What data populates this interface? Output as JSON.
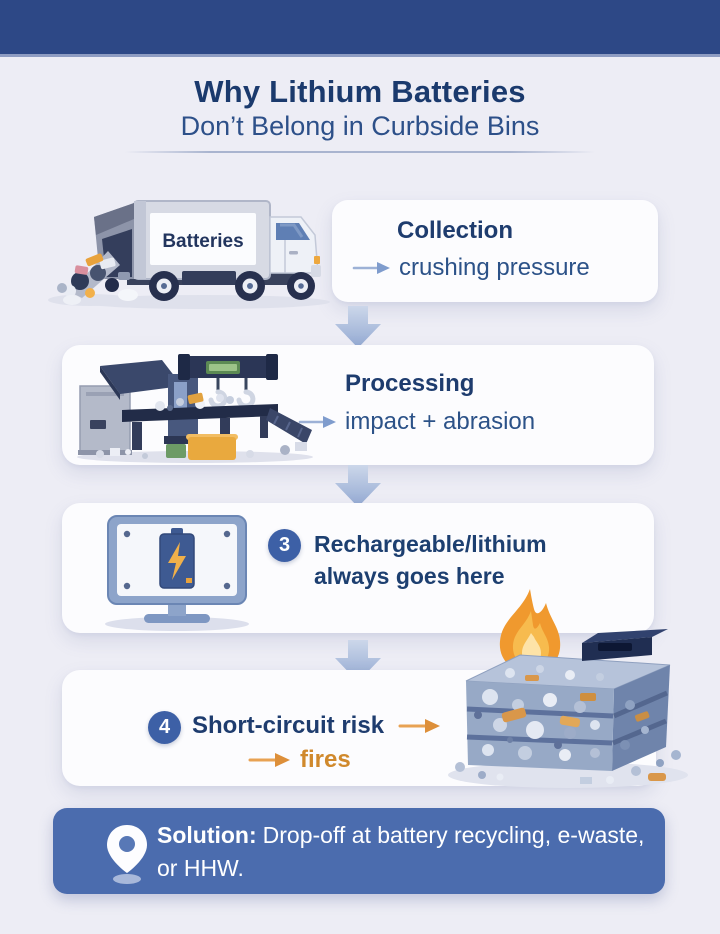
{
  "title": {
    "line1": "Why Lithium Batteries",
    "line2": "Don’t Belong in Curbside Bins"
  },
  "step1": {
    "heading": "Collection",
    "detail": "crushing pressure",
    "truck_label": "Batteries"
  },
  "step2": {
    "heading": "Processing",
    "detail": "impact + abrasion"
  },
  "step3": {
    "badge": "3",
    "line1": "Rechargeable/lithium",
    "line2": "always goes here"
  },
  "step4": {
    "badge": "4",
    "heading": "Short-circuit risk",
    "detail": "fires"
  },
  "solution": {
    "label": "Solution:",
    "text": "Drop-off at battery recycling, e-waste, or HHW."
  },
  "icons": {
    "card_detail_arrow": "right-arrow-icon",
    "flow_arrow": "down-arrow-icon",
    "risk_arrow": "orange-right-arrow-icon",
    "banner_pin": "location-pin-icon",
    "fire": "flame-icon"
  },
  "colors": {
    "header_bar": "#2d4886",
    "background": "#ededf5",
    "card": "#fcfcfe",
    "title_primary": "#1b3a6d",
    "title_secondary": "#2d5089",
    "heading_text": "#1e3c6e",
    "detail_text": "#2c5288",
    "badge": "#3d60a6",
    "flow_arrow": "#a9bcdc",
    "accent_orange": "#d0892c",
    "banner": "#4b6cae"
  }
}
